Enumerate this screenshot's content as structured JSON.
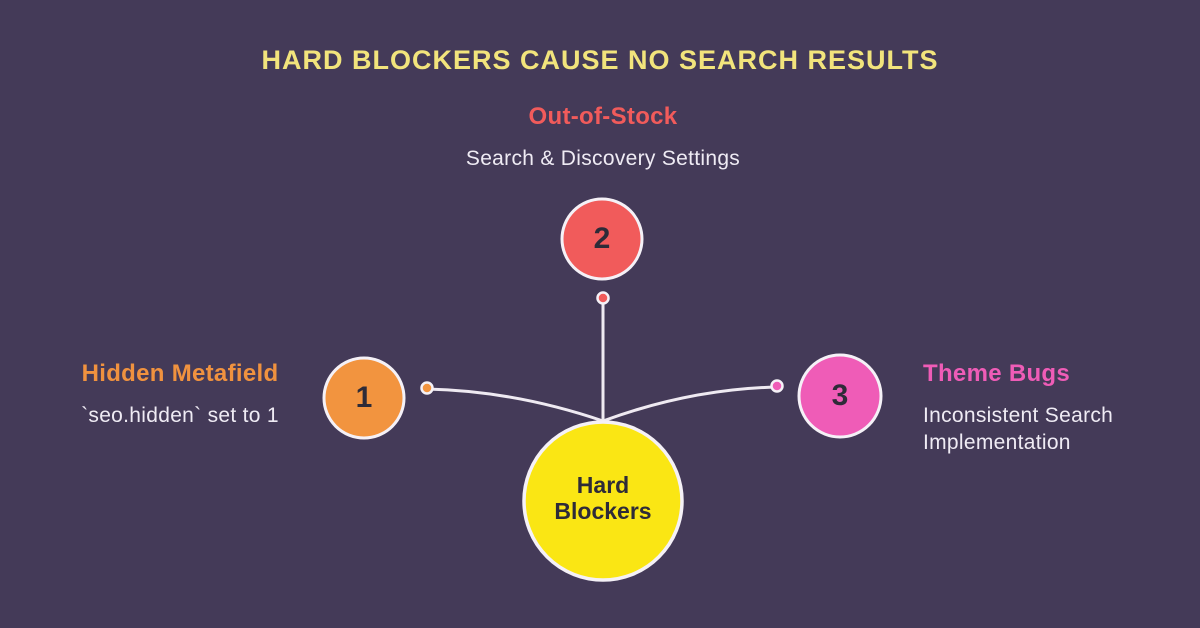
{
  "title": "HARD BLOCKERS CAUSE NO SEARCH RESULTS",
  "colors": {
    "background": "#443A58",
    "title_text": "#F2E47C",
    "coral": "#F15B5B",
    "orange": "#F2943F",
    "pink": "#EF5CB7",
    "yellow": "#FAE614",
    "connector_line": "#EFEAF2",
    "circle_border": "#F5F1F7",
    "light_text": "#EFEBF4",
    "dark_text": "#2E2B38"
  },
  "center_node": {
    "label": "Hard Blockers"
  },
  "nodes": [
    {
      "number": "1",
      "title": "Hidden Metafield",
      "subtitle": "`seo.hidden` set to 1",
      "color": "#F2943F"
    },
    {
      "number": "2",
      "title": "Out-of-Stock",
      "subtitle": "Search & Discovery Settings",
      "color": "#F15B5B"
    },
    {
      "number": "3",
      "title": "Theme Bugs",
      "subtitle": "Inconsistent Search Implementation",
      "color": "#EF5CB7"
    }
  ]
}
